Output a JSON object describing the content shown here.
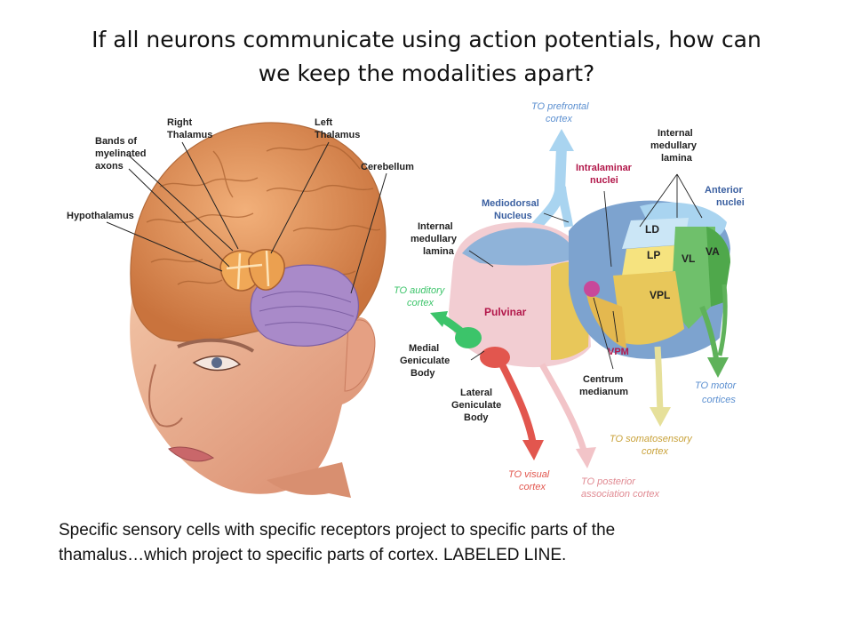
{
  "title": {
    "line1": "If all neurons communicate using action potentials, how can",
    "line2": "we keep the modalities apart?"
  },
  "caption": {
    "line1": "Specific sensory cells with specific receptors project to specific parts of the",
    "line2": "thamalus…which project to specific parts of cortex. LABELED LINE."
  },
  "head_labels": {
    "bands1": "Bands of",
    "bands2": "myelinated",
    "bands3": "axons",
    "right1": "Right",
    "right2": "Thalamus",
    "left1": "Left",
    "left2": "Thalamus",
    "cerebellum": "Cerebellum",
    "hypothalamus": "Hypothalamus"
  },
  "thalamus_labels": {
    "to_prefrontal1": "TO prefrontal",
    "to_prefrontal2": "cortex",
    "internal_top1": "Internal",
    "internal_top2": "medullary",
    "internal_top3": "lamina",
    "intralaminar1": "Intralaminar",
    "intralaminar2": "nuclei",
    "mediodorsal1": "Mediodorsal",
    "mediodorsal2": "Nucleus",
    "anterior1": "Anterior",
    "anterior2": "nuclei",
    "internal_left1": "Internal",
    "internal_left2": "medullary",
    "internal_left3": "lamina",
    "ld": "LD",
    "lp": "LP",
    "vl": "VL",
    "va": "VA",
    "vpl": "VPL",
    "vpm": "VPM",
    "pulvinar": "Pulvinar",
    "to_auditory1": "TO auditory",
    "to_auditory2": "cortex",
    "medial1": "Medial",
    "medial2": "Geniculate",
    "medial3": "Body",
    "lateral1": "Lateral",
    "lateral2": "Geniculate",
    "lateral3": "Body",
    "centrum1": "Centrum",
    "centrum2": "medianum",
    "to_motor1": "TO motor",
    "to_motor2": "cortices",
    "to_somato1": "TO somatosensory",
    "to_somato2": "cortex",
    "to_visual1": "TO visual",
    "to_visual2": "cortex",
    "to_posterior1": "TO posterior",
    "to_posterior2": "association cortex"
  },
  "colors": {
    "skin": "#e9a98a",
    "brain": "#e0955a",
    "cerebellum": "#a98ac9",
    "mediodorsal": "#7da3cf",
    "pulvinar": "#f2cdd2",
    "anterior": "#a9d4f0",
    "ventral_lateral": "#5fb25a",
    "ventral_posterior": "#e8c75a",
    "auditory_arrow": "#3cc46a",
    "visual_arrow": "#e2564e",
    "prefrontal_arrow": "#a9d4f0"
  }
}
